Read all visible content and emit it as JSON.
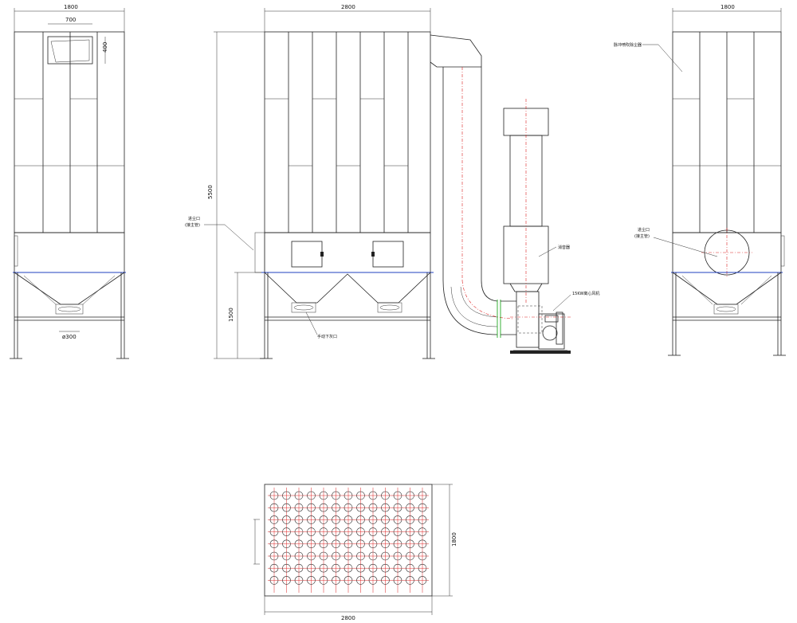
{
  "dimensions": {
    "front_width": "1800",
    "window_width": "700",
    "window_height": "400",
    "outlet_diameter": "ø300",
    "side_width": "2800",
    "total_height": "5500",
    "leg_height": "1500",
    "right_width": "1800",
    "plate_width": "2800",
    "plate_height": "1800"
  },
  "labels": {
    "inlet_left": "进尘口",
    "inlet_left_sub": "(接主管)",
    "manual_outlet": "手动下灰口",
    "silencer": "消音器",
    "fan": "15KW离心风机",
    "pulse_unit": "脉冲喷吹除尘器",
    "inlet_right": "进尘口",
    "inlet_right_sub": "(接主管)"
  },
  "colors": {
    "outline": "#222222",
    "frame": "#1f3fbf",
    "centerline": "#dd2222",
    "flange": "#22aa22"
  },
  "plate": {
    "rows": 8,
    "cols": 13
  }
}
